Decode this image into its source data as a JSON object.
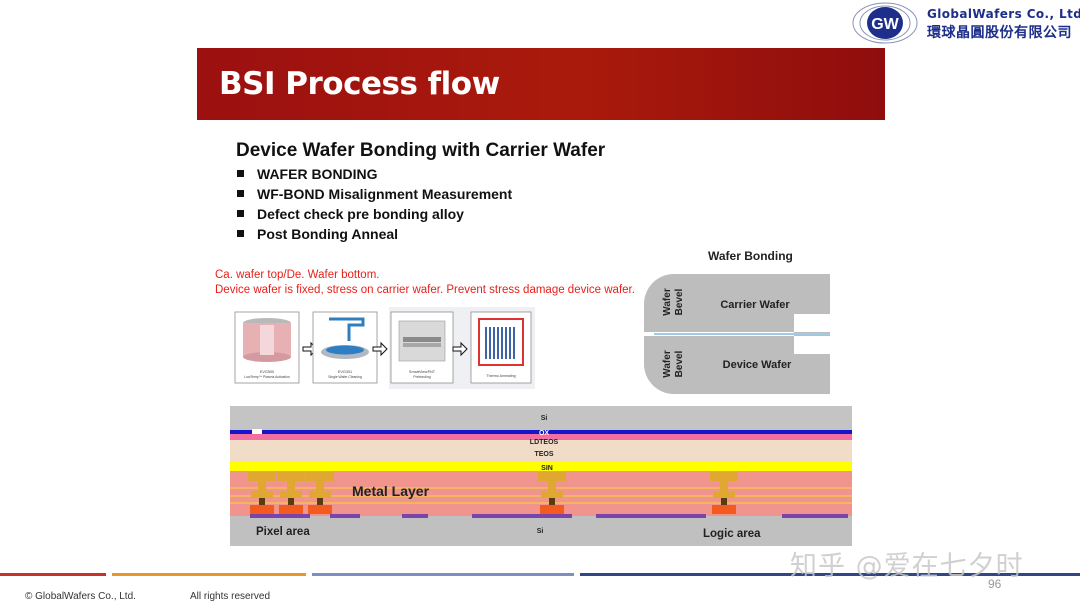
{
  "logo": {
    "badge": "GW",
    "company_en": "GlobalWafers Co., Ltd.",
    "company_cn": "環球晶圓股份有限公司"
  },
  "slide": {
    "title": "BSI Process flow",
    "heading": "Device Wafer Bonding with Carrier Wafer",
    "bullets": [
      "WAFER BONDING",
      "WF-BOND Misalignment Measurement",
      "Defect check pre bonding alloy",
      "Post Bonding Anneal"
    ],
    "notes": [
      "Ca. wafer top/De. Wafer bottom.",
      "Device wafer is fixed, stress on carrier wafer. Prevent stress damage device wafer."
    ]
  },
  "process_steps": [
    {
      "line1": "EVG500",
      "line2": "LowTemp™ Plasma Activation"
    },
    {
      "line1": "EVG301",
      "line2": "Single Wafer Cleaning"
    },
    {
      "line1": "SmartView®NT",
      "line2": "Prebonding"
    },
    {
      "line1": "",
      "line2": "Thermo Annealing"
    }
  ],
  "wafer_bonding": {
    "title": "Wafer Bonding",
    "bevel_line1": "Wafer",
    "bevel_line2": "Bevel",
    "carrier": "Carrier Wafer",
    "device": "Device Wafer"
  },
  "cross_section": {
    "layers": {
      "si_top": "Si",
      "ox": "OX",
      "ldteos": "LDTEOS",
      "teos": "TEOS",
      "sin": "SIN",
      "metal": "Metal Layer",
      "si_bottom": "Si"
    },
    "pixel_area": "Pixel area",
    "logic_area": "Logic area"
  },
  "footer": {
    "copyright": "© GlobalWafers Co., Ltd.",
    "rights": "All rights reserved",
    "page": "96"
  },
  "watermark": "知乎 @爱在七夕时",
  "colors": {
    "title_bar": "#a0140e",
    "note_red": "#e8201a",
    "logo_blue": "#1d2f8a"
  }
}
